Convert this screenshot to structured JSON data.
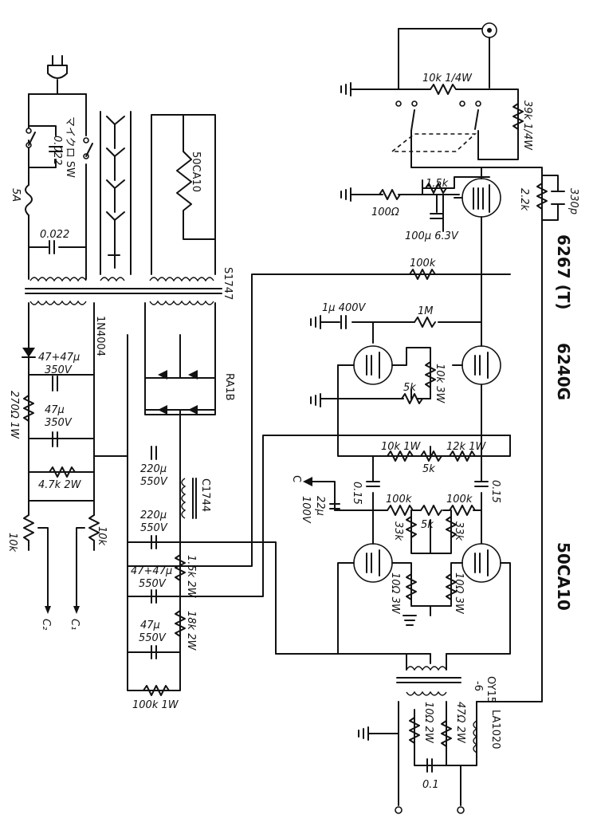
{
  "labels": {
    "mic_switch": "マイクロ SW",
    "cap_022_top": "0.022",
    "fuse": "5A",
    "cap_022_low": "0.022",
    "tube_50ca10_heater": "50CA10",
    "transformer_s1747": "S1747",
    "diode_1n4004": "1N4004",
    "cap_47_47_350": "47+47μ",
    "v350a": "350V",
    "cap_47_350": "47μ",
    "v350b": "350V",
    "r270": "270Ω 1W",
    "r4k7": "4.7k 2W",
    "bridge_ra1b": "RA1B",
    "cap220a": "220μ",
    "v550a": "550V",
    "choke": "C1744",
    "cap220b": "220μ",
    "v550b": "550V",
    "cap_47_47_550": "47+47μ",
    "v550c": "550V",
    "r1k5_2w": "1.5k 2W",
    "cap47_550": "47μ",
    "v550d": "550V",
    "r18k": "18k 2W",
    "r100k_1w": "100k 1W",
    "pot10k_left": "10k",
    "pot10k_right": "10k",
    "c2": "C₂",
    "c1": "C₁",
    "r10k_quarter": "10k 1/4W",
    "r39k": "39k 1/4W",
    "r1k5": "1.5k",
    "r100ohm": "100Ω",
    "cap100u": "100μ 6.3V",
    "r2k2": "2.2k",
    "cap330p": "330p",
    "tube_6267": "6267 (T)",
    "r100k_fb": "100k",
    "cap1u": "1μ 400V",
    "r1m": "1M",
    "r10k_3w": "10k 3W",
    "pot5k_a": "5k",
    "tube_6240g": "6240G",
    "r10k_1w": "10k 1W",
    "r12k_1w": "12k 1W",
    "pot5k_b": "5k",
    "c_label": "C",
    "cap015a": "0.15",
    "cap015b": "0.15",
    "cap22u": "22μ",
    "v100": "100V",
    "r100k_a": "100k",
    "r100k_b": "100k",
    "pot5k_c": "5k",
    "r33k_a": "33k",
    "r33k_b": "33k",
    "r10_3w_a": "10Ω 3W",
    "r10_3w_b": "10Ω 3W",
    "tube_50ca10": "50CA10",
    "transformer_oy15": "OY15",
    "oy15_tap": "-6",
    "r10_2w": "10Ω 2W",
    "r47_2w": "47Ω 2W",
    "coil_la1020": "LA1020",
    "cap01": "0.1"
  }
}
